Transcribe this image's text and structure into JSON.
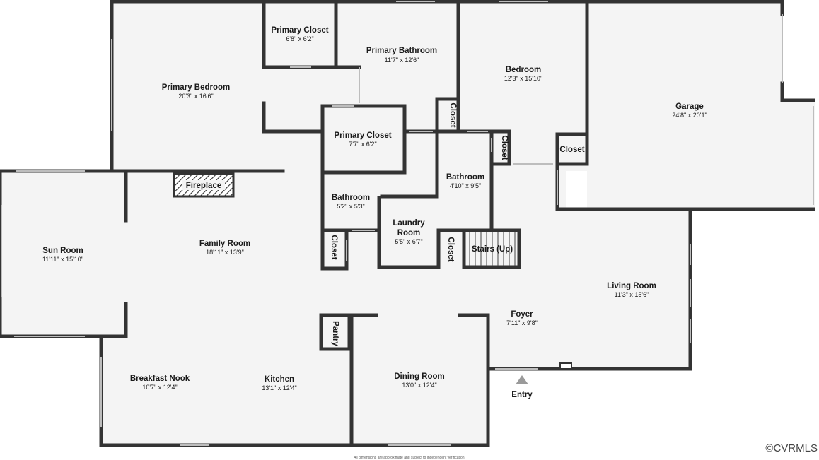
{
  "rooms": {
    "primary_closet_top": {
      "name": "Primary Closet",
      "dims": "6'8\" x 6'2\""
    },
    "primary_bathroom": {
      "name": "Primary Bathroom",
      "dims": "11'7\" x 12'6\""
    },
    "bedroom": {
      "name": "Bedroom",
      "dims": "12'3\" x 15'10\""
    },
    "garage": {
      "name": "Garage",
      "dims": "24'8\" x 20'1\""
    },
    "primary_bedroom": {
      "name": "Primary Bedroom",
      "dims": "20'3\" x 16'6\""
    },
    "primary_closet_mid": {
      "name": "Primary Closet",
      "dims": "7'7\" x 6'2\""
    },
    "closet_pb": {
      "name": "Closet"
    },
    "closet_bath": {
      "name": "Closet"
    },
    "closet_garage": {
      "name": "Closet"
    },
    "bathroom_right": {
      "name": "Bathroom",
      "dims": "4'10\" x 9'5\""
    },
    "fireplace": {
      "name": "Fireplace"
    },
    "bathroom_left": {
      "name": "Bathroom",
      "dims": "5'2\" x 5'3\""
    },
    "laundry": {
      "name_line1": "Laundry",
      "name_line2": "Room",
      "dims": "5'5\" x 6'7\""
    },
    "sun_room": {
      "name": "Sun Room",
      "dims": "11'11\" x 15'10\""
    },
    "family_room": {
      "name": "Family Room",
      "dims": "18'11\" x 13'9\""
    },
    "closet_left": {
      "name": "Closet"
    },
    "closet_laundry": {
      "name": "Closet"
    },
    "stairs": {
      "name": "Stairs (Up)"
    },
    "living_room": {
      "name": "Living Room",
      "dims": "11'3\" x 15'6\""
    },
    "foyer": {
      "name": "Foyer",
      "dims": "7'11\" x 9'8\""
    },
    "pantry": {
      "name": "Pantry"
    },
    "breakfast_nook": {
      "name": "Breakfast Nook",
      "dims": "10'7\" x 12'4\""
    },
    "kitchen": {
      "name": "Kitchen",
      "dims": "13'1\" x 12'4\""
    },
    "dining_room": {
      "name": "Dining Room",
      "dims": "13'0\" x 12'4\""
    }
  },
  "entry_label": "Entry",
  "watermark": "©CVRMLS",
  "disclaimer": "All dimensions are approximate and subject to independent verification."
}
